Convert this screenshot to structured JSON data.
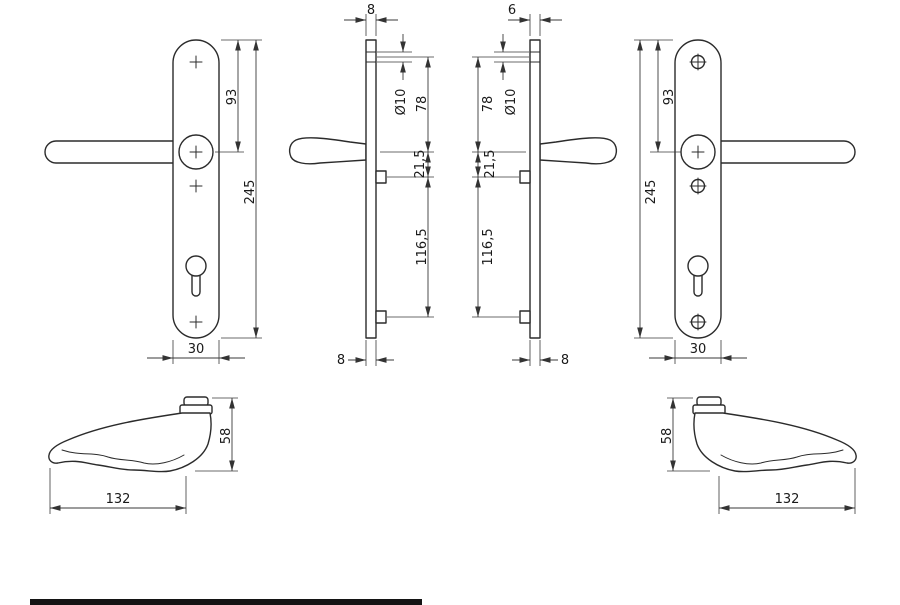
{
  "drawing": {
    "front_left": {
      "dim_93": "93",
      "dim_245": "245",
      "dim_30": "30"
    },
    "profile_left": {
      "dim_8_top": "8",
      "dim_d10": "Ø10",
      "dim_78": "78",
      "dim_21_5": "21,5",
      "dim_116_5": "116,5",
      "dim_8_bottom": "8"
    },
    "profile_right": {
      "dim_6_top": "6",
      "dim_d10": "Ø10",
      "dim_78": "78",
      "dim_21_5": "21,5",
      "dim_116_5": "116,5",
      "dim_8_bottom": "8"
    },
    "front_right": {
      "dim_93": "93",
      "dim_245": "245",
      "dim_30": "30"
    },
    "lever_left": {
      "dim_58": "58",
      "dim_132": "132"
    },
    "lever_right": {
      "dim_58": "58",
      "dim_132": "132"
    }
  }
}
